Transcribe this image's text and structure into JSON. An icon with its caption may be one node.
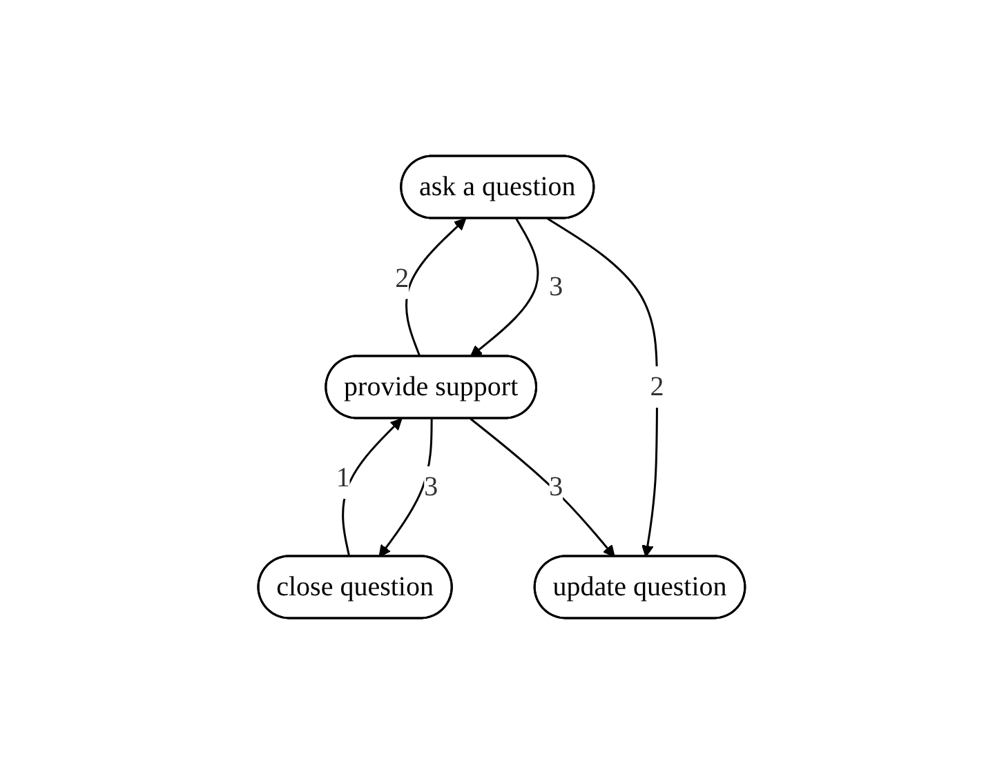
{
  "diagram": {
    "nodes": [
      {
        "text": [
          "ask a question"
        ]
      },
      {
        "text": [
          "provide support"
        ]
      },
      {
        "text": [
          "close question"
        ]
      },
      {
        "text": [
          "update question"
        ]
      }
    ],
    "edges": [
      {
        "from": 0,
        "to": 1,
        "arrow": "to",
        "label": "3"
      },
      {
        "from": 1,
        "to": 0,
        "arrow": "to",
        "label": "2"
      },
      {
        "from": 0,
        "to": 3,
        "arrow": "to",
        "label": "2"
      },
      {
        "from": 1,
        "to": 2,
        "arrow": "to",
        "label": "3"
      },
      {
        "from": 2,
        "to": 1,
        "arrow": "to",
        "label": "1"
      },
      {
        "from": 1,
        "to": 3,
        "arrow": "to",
        "label": "3"
      }
    ]
  }
}
